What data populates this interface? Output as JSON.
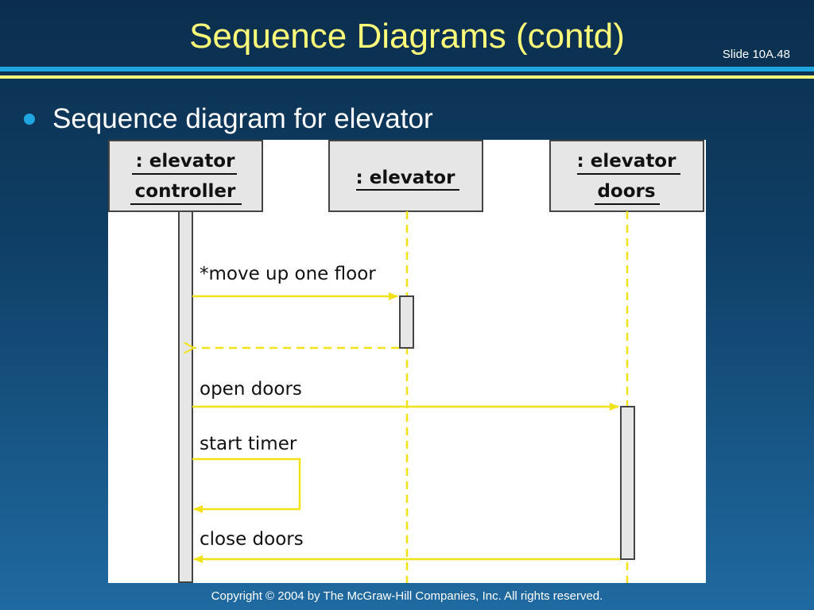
{
  "slide": {
    "title": "Sequence Diagrams (contd)",
    "slide_number": "Slide 10A.48",
    "bullet": "Sequence diagram for elevator",
    "footer": "Copyright © 2004 by The McGraw-Hill Companies, Inc.   All rights reserved."
  },
  "diagram": {
    "objects": [
      {
        "line1": ": elevator",
        "line2": "controller"
      },
      {
        "line1": ": elevator",
        "line2": ""
      },
      {
        "line1": ": elevator",
        "line2": "doors"
      }
    ],
    "messages": [
      {
        "label": "*move up one floor"
      },
      {
        "label": "open doors"
      },
      {
        "label": "start timer"
      },
      {
        "label": "close doors"
      }
    ]
  },
  "colors": {
    "accent_yellow": "#fffe7a",
    "accent_blue": "#1fa5e0",
    "message_line": "#f2e21a",
    "object_box": "#e6e6e6"
  }
}
